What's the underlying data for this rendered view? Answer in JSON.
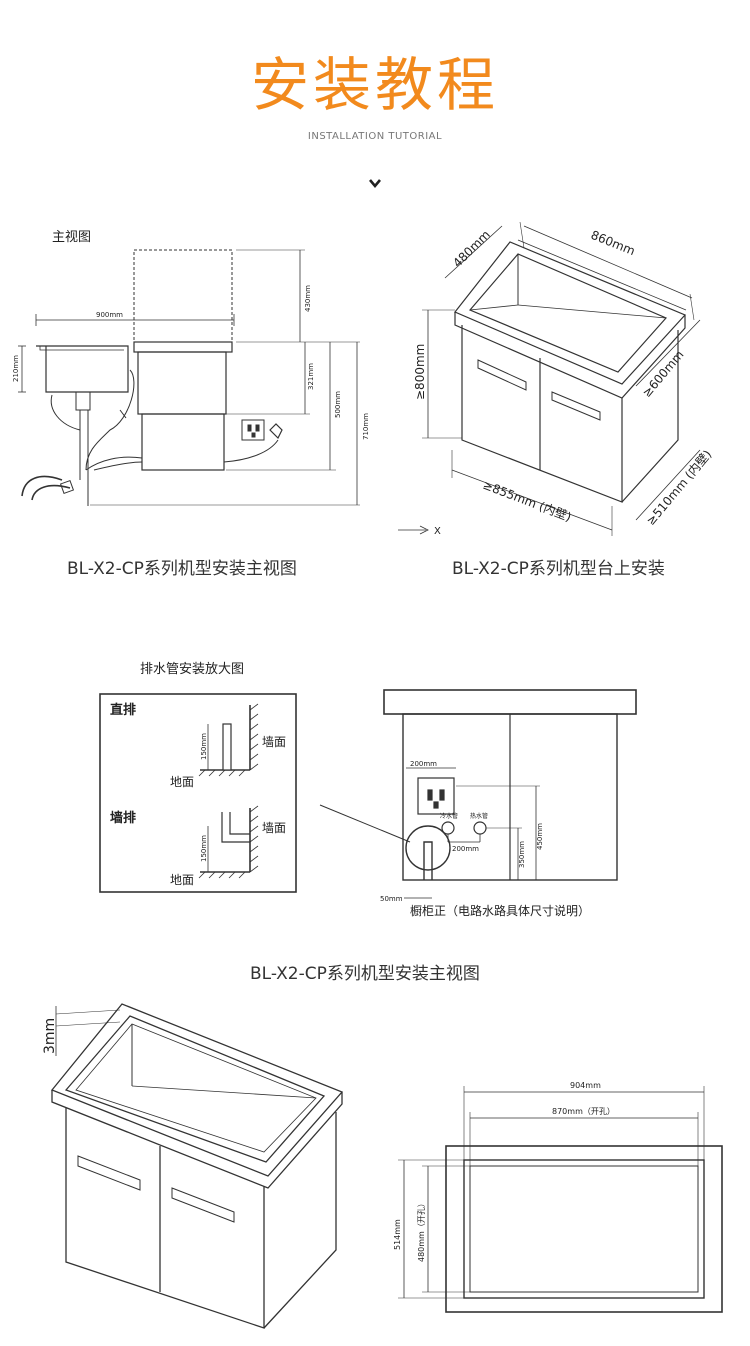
{
  "header": {
    "title": "安装教程",
    "subtitle": "INSTALLATION TUTORIAL"
  },
  "front_view": {
    "label": "主视图",
    "dim_900": "900mm",
    "dim_210": "210mm",
    "dim_430": "430mm",
    "dim_321": "321mm",
    "dim_500": "500mm",
    "dim_710": "710mm",
    "caption": "BL-X2-CP系列机型安装主视图"
  },
  "countertop": {
    "dim_860": "860mm",
    "dim_480": "480mm",
    "dim_800": "≥800mm",
    "dim_600": "≥600mm",
    "dim_855": "≥855mm (内壁)",
    "dim_510": "≥510mm (内壁)",
    "axis_x": "X",
    "caption": "BL-X2-CP系列机型台上安装"
  },
  "drain": {
    "label": "排水管安装放大图",
    "straight": "直排",
    "wall_drain": "墙排",
    "wall": "墙面",
    "floor": "地面",
    "dim_150": "150mm",
    "dim_150b": "150mm"
  },
  "cabinet_front": {
    "dim_200": "200mm",
    "dim_200b": "200mm",
    "cold_pipe": "冷水管",
    "hot_pipe": "热水管",
    "dim_350": "350mm",
    "dim_450": "450mm",
    "dim_50": "50mm",
    "note": "橱柜正（电路水路具体尺寸说明）"
  },
  "second_caption": "BL-X2-CP系列机型安装主视图",
  "bottom": {
    "dim_3": "3mm",
    "dim_904": "904mm",
    "dim_870": "870mm（开孔）",
    "dim_514": "514mm",
    "dim_480": "480mm（开孔）"
  }
}
